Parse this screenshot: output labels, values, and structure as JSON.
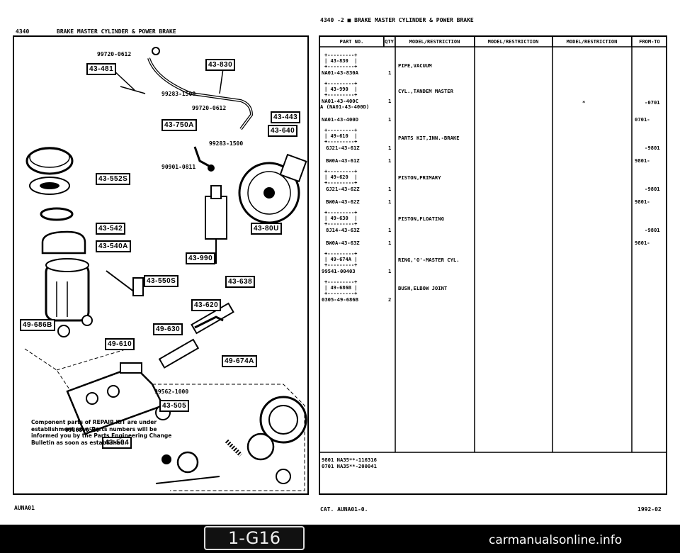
{
  "header": {
    "left_code": "4340",
    "left_title": "BRAKE MASTER CYLINDER & POWER  BRAKE",
    "right_title": "4340  -2 ■  BRAKE MASTER CYLINDER & POWER  BRAKE"
  },
  "diagram": {
    "callouts": [
      "43-481",
      "43-830",
      "43-443",
      "43-750A",
      "43-640",
      "43-552S",
      "43-542",
      "43-540A",
      "43-80U",
      "43-990",
      "43-550S",
      "43-638",
      "43-620",
      "49-630",
      "49-610",
      "49-674A",
      "43-505",
      "49-686B",
      "43-504"
    ],
    "part_labels": [
      "99720-0612",
      "99283-1500",
      "99720-0612",
      "99283-1500",
      "90901-0811",
      "99562-1000",
      "99868-0520"
    ],
    "note": "Component parts of REPAIR KIT are under establishment now. Parts numbers will be informed you by the Parts Engineering Change Bulletin as soon as established."
  },
  "table": {
    "columns": [
      "PART NO.",
      "QTY",
      "MODEL/RESTRICTION",
      "MODEL/RESTRICTION",
      "MODEL/RESTRICTION",
      "FROM-TO"
    ],
    "rows": [
      {
        "ref": "43-830",
        "part": "NA01-43-830A",
        "qty": "1",
        "desc": "PIPE,VACUUM",
        "mid": "",
        "from_to": ""
      },
      {
        "ref": "43-990",
        "part": "NA01-43-400C",
        "qty": "1",
        "desc": "CYL.,TANDEM MASTER",
        "mid": "*",
        "from_to": "-0701",
        "alt": "A (NA01-43-400D)"
      },
      {
        "ref": "",
        "part": "NA01-43-400D",
        "qty": "1",
        "desc": "",
        "mid": "",
        "from_to": "0701-"
      },
      {
        "ref": "49-610",
        "part": "GJ21-43-61Z",
        "qty": "1",
        "desc": "PARTS KIT,INN.-BRAKE",
        "mid": "",
        "from_to": "-9801"
      },
      {
        "ref": "",
        "part": "BW0A-43-61Z",
        "qty": "1",
        "desc": "",
        "mid": "",
        "from_to": "9801-"
      },
      {
        "ref": "49-620",
        "part": "GJ21-43-62Z",
        "qty": "1",
        "desc": "PISTON,PRIMARY",
        "mid": "",
        "from_to": "-9801"
      },
      {
        "ref": "",
        "part": "BW0A-43-62Z",
        "qty": "1",
        "desc": "",
        "mid": "",
        "from_to": "9801-"
      },
      {
        "ref": "49-630",
        "part": "8J14-43-63Z",
        "qty": "1",
        "desc": "PISTON,FLOATING",
        "mid": "",
        "from_to": "-9801"
      },
      {
        "ref": "",
        "part": "BW0A-43-63Z",
        "qty": "1",
        "desc": "",
        "mid": "",
        "from_to": "9801-"
      },
      {
        "ref": "49-674A",
        "part": "99541-00403",
        "qty": "1",
        "desc": "RING,'O'-MASTER CYL.",
        "mid": "",
        "from_to": ""
      },
      {
        "ref": "49-686B",
        "part": "0305-49-686B",
        "qty": "2",
        "desc": "BUSH,ELBOW JOINT",
        "mid": "",
        "from_to": ""
      }
    ],
    "footnotes": [
      "9801 NA35**-116316",
      "0701 NA35**-200041"
    ]
  },
  "footer": {
    "left": "AUNA01",
    "center": "CAT. AUNA01-0.",
    "right": "1992-02",
    "page": "1-G16",
    "watermark": "carmanualsonline.info"
  }
}
